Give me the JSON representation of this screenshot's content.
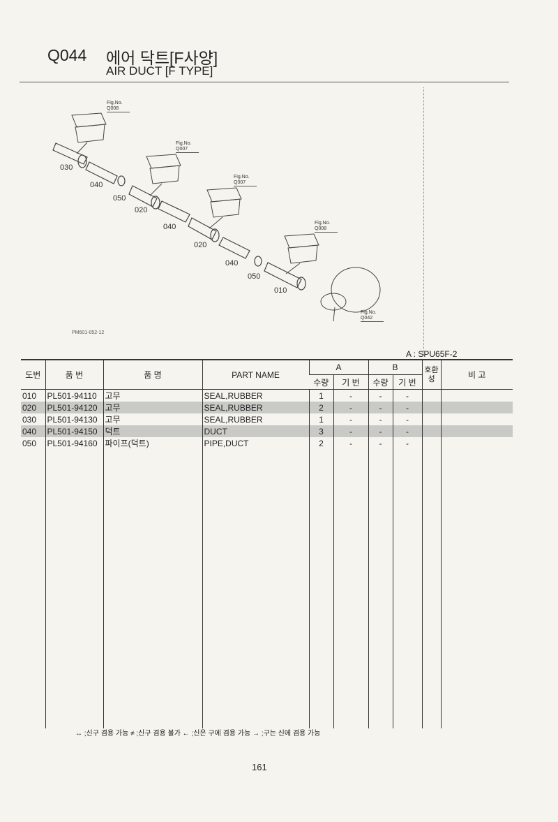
{
  "header": {
    "code": "Q044",
    "title_ko": "에어 닥트[F사양]",
    "title_en": "AIR DUCT [F TYPE]"
  },
  "diagram": {
    "fig_labels": [
      {
        "label": "Fig.No.",
        "ref": "Q008"
      },
      {
        "label": "Fig.No.",
        "ref": "Q007"
      },
      {
        "label": "Fig.No.",
        "ref": "Q007"
      },
      {
        "label": "Fig.No.",
        "ref": "Q008"
      },
      {
        "label": "Fig.No.",
        "ref": "Q042"
      }
    ],
    "callouts": [
      "030",
      "040",
      "050",
      "020",
      "040",
      "020",
      "040",
      "050",
      "010"
    ],
    "drawing_id": "PM601-052-12"
  },
  "model_note": "A : SPU65F-2",
  "table": {
    "headers": {
      "ref": "도번",
      "part_no": "품 번",
      "name_ko": "품 명",
      "part_name": "PART NAME",
      "a": "A",
      "b": "B",
      "qty": "수량",
      "serial": "기 번",
      "compat": "호환성",
      "remarks": "비 고"
    },
    "rows": [
      {
        "ref": "010",
        "part_no": "PL501-94110",
        "name_ko": "고무",
        "part_name": "SEAL,RUBBER",
        "a_qty": "1",
        "a_serial": "-",
        "b_qty": "-",
        "b_serial": "-"
      },
      {
        "ref": "020",
        "part_no": "PL501-94120",
        "name_ko": "고무",
        "part_name": "SEAL,RUBBER",
        "a_qty": "2",
        "a_serial": "-",
        "b_qty": "-",
        "b_serial": "-"
      },
      {
        "ref": "030",
        "part_no": "PL501-94130",
        "name_ko": "고무",
        "part_name": "SEAL,RUBBER",
        "a_qty": "1",
        "a_serial": "-",
        "b_qty": "-",
        "b_serial": "-"
      },
      {
        "ref": "040",
        "part_no": "PL501-94150",
        "name_ko": "덕트",
        "part_name": "DUCT",
        "a_qty": "3",
        "a_serial": "-",
        "b_qty": "-",
        "b_serial": "-"
      },
      {
        "ref": "050",
        "part_no": "PL501-94160",
        "name_ko": "파이프(덕트)",
        "part_name": "PIPE,DUCT",
        "a_qty": "2",
        "a_serial": "-",
        "b_qty": "-",
        "b_serial": "-"
      }
    ]
  },
  "legend": "↔ ;신구 겸용 가능   ≠ ;신구 겸용 불가   ← ;신은 구에 겸용 가능   → ;구는 신에 겸용 가능",
  "page_number": "161"
}
